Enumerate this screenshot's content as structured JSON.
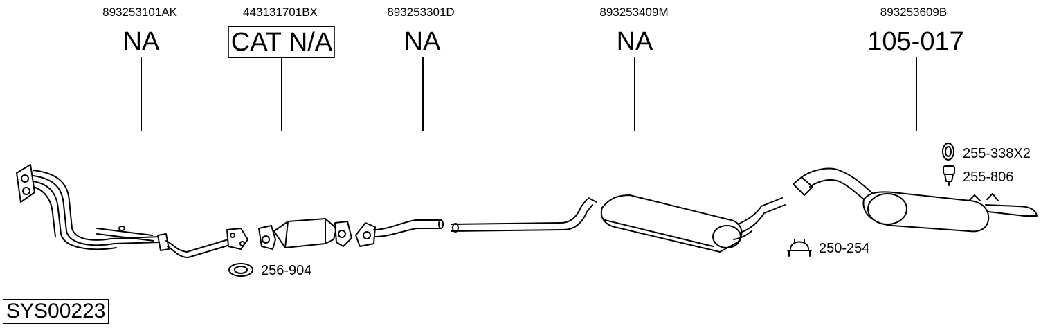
{
  "parts": [
    {
      "oem": "893253101AK",
      "label": "NA",
      "boxed": false
    },
    {
      "oem": "443131701BX",
      "label": "CAT N/A",
      "boxed": true
    },
    {
      "oem": "893253301D",
      "label": "NA",
      "boxed": false
    },
    {
      "oem": "893253409M",
      "label": "NA",
      "boxed": false
    },
    {
      "oem": "893253609B",
      "label": "105-017",
      "boxed": false
    }
  ],
  "accessories": [
    {
      "code": "256-904",
      "icon": "gasket-icon"
    },
    {
      "code": "255-338X2",
      "icon": "rubber-ring-icon"
    },
    {
      "code": "255-806",
      "icon": "rubber-mount-icon"
    },
    {
      "code": "250-254",
      "icon": "clamp-icon"
    }
  ],
  "system_code": "SYS00223"
}
